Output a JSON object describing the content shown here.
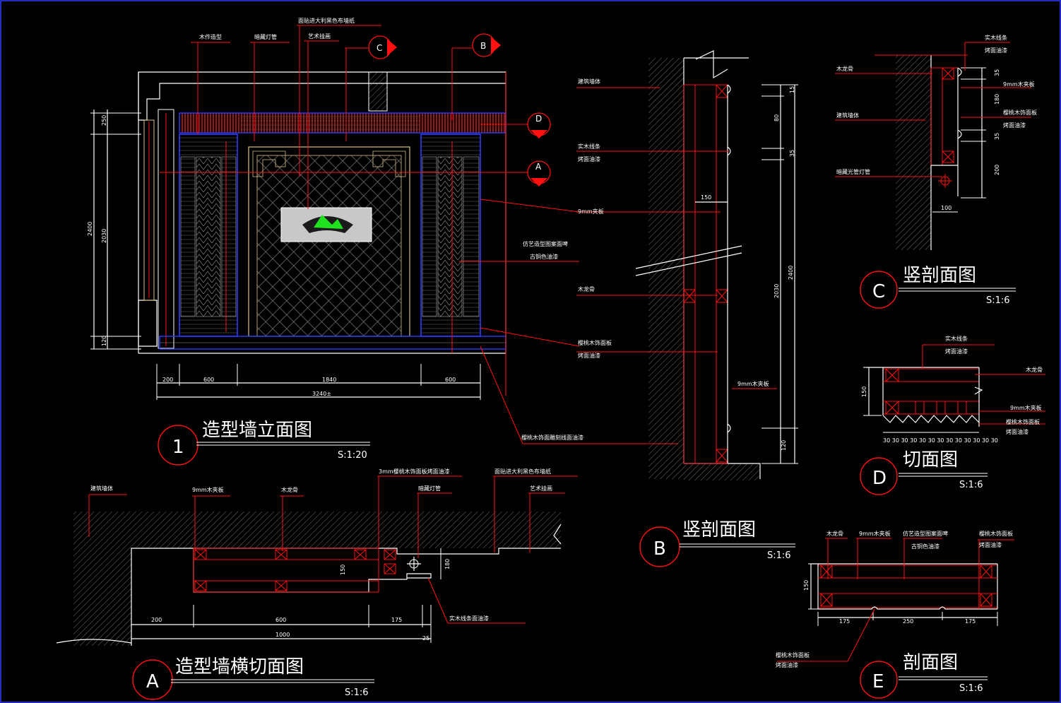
{
  "titles": {
    "elev": {
      "num": "1",
      "name": "造型墙立面图",
      "scale": "S:1:20"
    },
    "secA": {
      "num": "A",
      "name": "造型墙横切面图",
      "scale": "S:1:6"
    },
    "secB": {
      "num": "B",
      "name": "竖剖面图",
      "scale": "S:1:6"
    },
    "secC": {
      "num": "C",
      "name": "竖剖面图",
      "scale": "S:1:6"
    },
    "secD": {
      "num": "D",
      "name": "切面图",
      "scale": "S:1:6"
    },
    "secE": {
      "num": "E",
      "name": "剖面图",
      "scale": "S:1:6"
    }
  },
  "markers": {
    "c": "C",
    "b": "B",
    "d": "D",
    "a": "A"
  },
  "elev_labels": {
    "l1": "木作造型",
    "l2": "暗藏灯管",
    "l3": "面贴进大利黑色布墙纸",
    "l4": "艺术挂画"
  },
  "elev_dims": {
    "h1": "250",
    "h2": "2400",
    "h3": "2030",
    "h4": "120",
    "w1": "200",
    "w2": "600",
    "w3": "1840",
    "w4": "600",
    "total": "3240±"
  },
  "b_labels": {
    "l1": "建筑墙体",
    "l2": "实木线条",
    "l3": "烤面油漆",
    "l4": "9mm夹板",
    "l5": "仿艺造型图案面啤",
    "l6": "古铜色油漆",
    "l7": "木龙骨",
    "l8": "樱桃木饰面板",
    "l9": "烤面油漆",
    "l10": "9mm木夹板",
    "l11": "樱桃木饰面雕刻线面油漆",
    "d1": "15",
    "d2": "80",
    "d3": "35",
    "d4": "150",
    "d5": "2030",
    "d6": "2400",
    "d7": "120"
  },
  "c_labels": {
    "l1": "实木线条",
    "l2": "烤面油漆",
    "l3": "木龙骨",
    "l4": "9mm木夹板",
    "l5": "建筑墙体",
    "l6": "樱桃木饰面板",
    "l7": "烤面油漆",
    "l8": "暗藏光管灯管",
    "d1": "35",
    "d2": "180",
    "d3": "35",
    "d4": "200",
    "d5": "100"
  },
  "d_labels": {
    "l1": "实木线条",
    "l2": "烤面油漆",
    "l3": "木龙骨",
    "l4": "9mm木夹板",
    "l5": "樱桃木饰面板",
    "l6": "烤面油漆",
    "d1": "150",
    "bottom": "30 30 30 30 30 30 30 30 30 30 30 30 30"
  },
  "a_labels": {
    "l1": "建筑墙体",
    "l2": "9mm木夹板",
    "l3": "木龙骨",
    "l4": "3mm樱桃木饰面板烤面油漆",
    "l5": "暗藏灯管",
    "l6": "面贴进大利黑色布墙纸",
    "l7": "艺术挂画",
    "l8": "实木线条面油漆",
    "d1": "200",
    "d2": "600",
    "d3": "175",
    "d4": "1000",
    "d5": "25",
    "d6": "150",
    "d7": "180"
  },
  "e_labels": {
    "l1": "木龙骨",
    "l2": "9mm木夹板",
    "l3": "仿艺造型图案面啤",
    "l4": "古铜色油漆",
    "l5": "樱桃木饰面板",
    "l6": "烤面油漆",
    "l7": "樱桃木饰面板",
    "l8": "烤面油漆",
    "d1": "150",
    "d2": "175",
    "d3": "250",
    "d4": "175"
  }
}
